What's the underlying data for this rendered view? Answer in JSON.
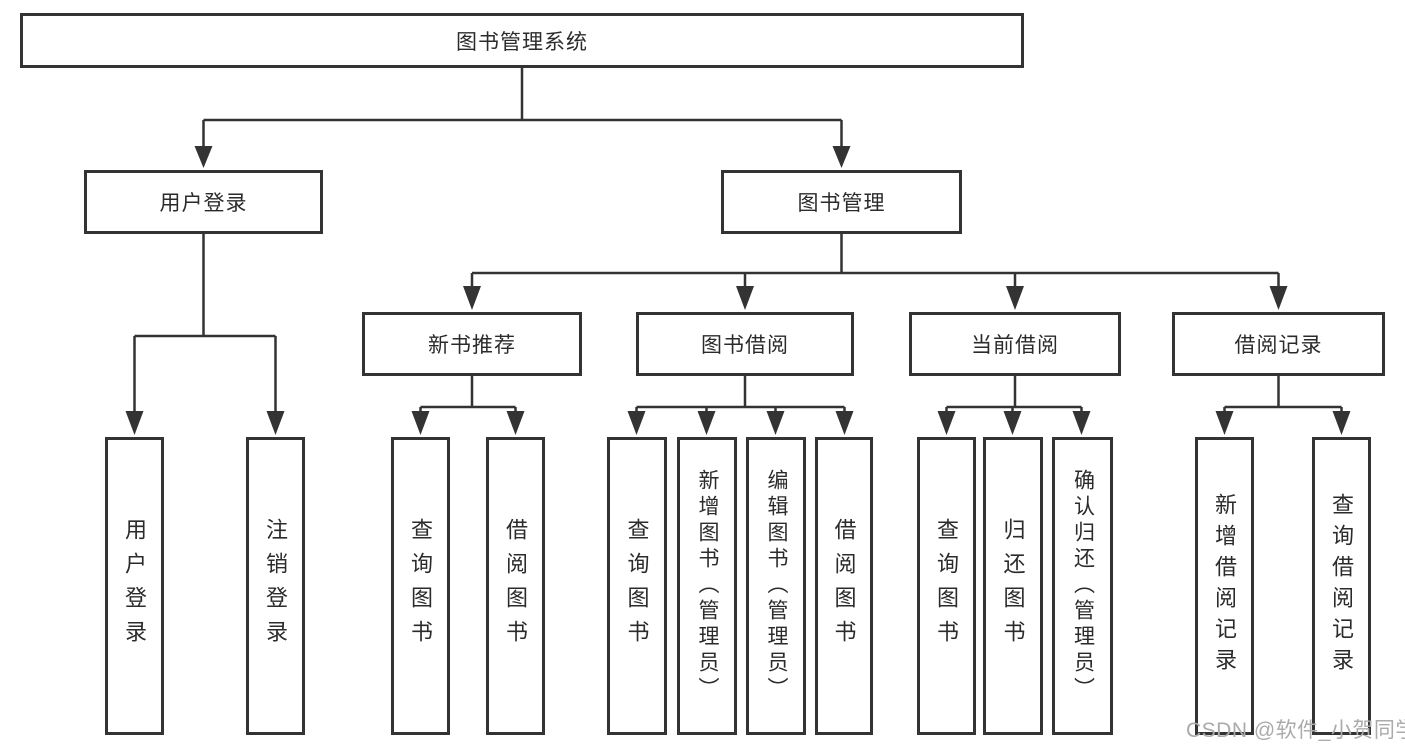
{
  "tree": {
    "label": "图书管理系统",
    "children": [
      {
        "label": "用户登录",
        "children": [
          {
            "label": "用户登录"
          },
          {
            "label": "注销登录"
          }
        ]
      },
      {
        "label": "图书管理",
        "children": [
          {
            "label": "新书推荐",
            "children": [
              {
                "label": "查询图书"
              },
              {
                "label": "借阅图书"
              }
            ]
          },
          {
            "label": "图书借阅",
            "children": [
              {
                "label": "查询图书"
              },
              {
                "label": "新增图书（管理员）"
              },
              {
                "label": "编辑图书（管理员）"
              },
              {
                "label": "借阅图书"
              }
            ]
          },
          {
            "label": "当前借阅",
            "children": [
              {
                "label": "查询图书"
              },
              {
                "label": "归还图书"
              },
              {
                "label": "确认归还（管理员）"
              }
            ]
          },
          {
            "label": "借阅记录",
            "children": [
              {
                "label": "新增借阅记录"
              },
              {
                "label": "查询借阅记录"
              }
            ]
          }
        ]
      }
    ]
  },
  "watermark": {
    "text": "CSDN @软件_小贺同学"
  },
  "colors": {
    "line": "#333333",
    "text": "#2b2b2b",
    "watermark": "#ababab",
    "bg": "#ffffff"
  }
}
